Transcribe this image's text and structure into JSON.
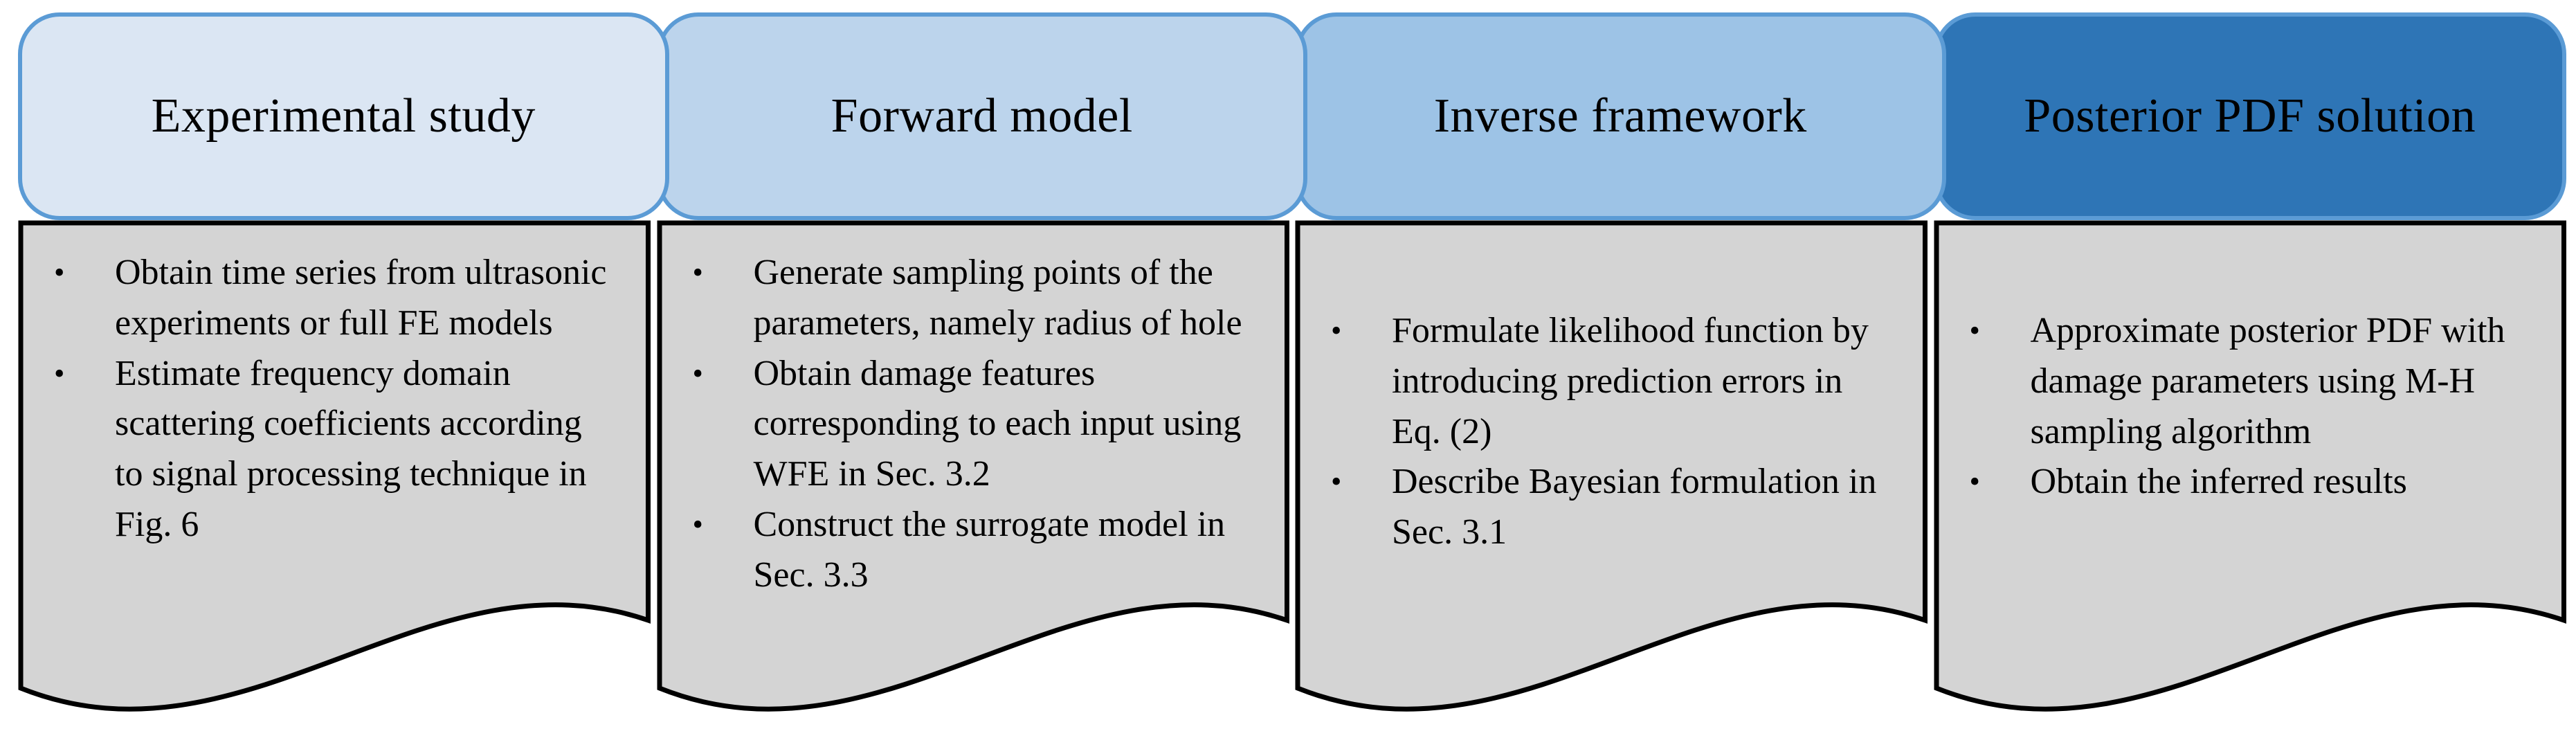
{
  "bullet_glyph": "•",
  "colors": {
    "header_border": "#5b9bd5",
    "header_text": "#000000",
    "body_fill": "#d4d4d4",
    "body_border": "#000000",
    "body_text": "#000000",
    "background": "#ffffff"
  },
  "columns": [
    {
      "header": "Experimental study",
      "header_fill": "#dbe6f3",
      "bullets": [
        "Obtain time series from ultrasonic experiments or full FE models",
        "Estimate frequency domain scattering coefficients according to signal processing technique in Fig. 6"
      ]
    },
    {
      "header": "Forward model",
      "header_fill": "#bcd4ec",
      "bullets": [
        "Generate sampling points of the parameters, namely radius of hole",
        "Obtain damage features corresponding to each input using WFE in Sec. 3.2",
        "Construct the surrogate model in Sec. 3.3"
      ]
    },
    {
      "header": "Inverse framework",
      "header_fill": "#9dc3e6",
      "bullets": [
        "Formulate likelihood function by introducing prediction errors in Eq. (2)",
        "Describe Bayesian formulation in Sec. 3.1"
      ]
    },
    {
      "header": "Posterior PDF solution",
      "header_fill": "#2e75b6",
      "bullets": [
        "Approximate posterior PDF with damage parameters using M-H sampling algorithm",
        "Obtain the inferred results"
      ]
    }
  ]
}
